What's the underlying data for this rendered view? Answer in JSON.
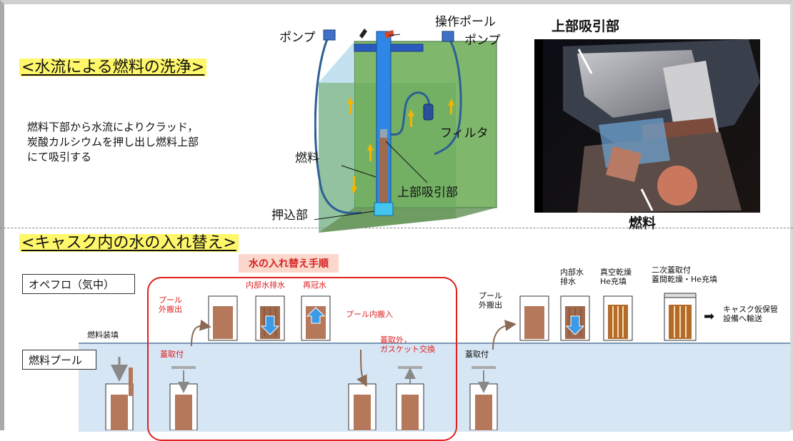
{
  "top": {
    "heading": "<水流による燃料の洗浄>",
    "description": "燃料下部から水流によりクラッド，\n炭酸カルシウムを押し出し燃料上部\nにて吸引する",
    "diagram_labels": {
      "operation_pole": "操作ポール",
      "pump_left": "ポンプ",
      "pump_right": "ポンプ",
      "filter": "フィルタ",
      "fuel": "燃料",
      "upper_suction": "上部吸引部",
      "push_in": "押込部"
    },
    "photo_labels": {
      "upper_suction": "上部吸引部",
      "fuel": "燃料"
    }
  },
  "bottom": {
    "heading": "<キャスク内の水の入れ替え>",
    "procedure_title": "水の入れ替え手順",
    "zone_air": "オペフロ（気中）",
    "zone_pool": "燃料プール",
    "steps": {
      "fuel_loading": "燃料装填",
      "lid_on_1": "蓋取付",
      "pool_out_1": "プール\n外搬出",
      "internal_drain_1": "内部水排水",
      "refill": "再冠水",
      "pool_in": "プール内搬入",
      "lid_off": "蓋取外，\nガスケット交換",
      "lid_on_2": "蓋取付",
      "pool_out_2": "プール\n外搬出",
      "internal_drain_2": "内部水\n排水",
      "vacuum_dry": "真空乾燥\nHe充填",
      "secondary_lid": "二次蓋取付\n蓋間乾燥・He充填",
      "transport": "キャスク仮保管\n設備へ輸送"
    }
  },
  "colors": {
    "highlight": "#fff76a",
    "tank_green": "#4f9a4f",
    "pool_blue": "#d6e6f5",
    "fuel_brown": "#b5785a",
    "procedure_red": "#e02020",
    "arrow_orange": "#f6b400"
  }
}
